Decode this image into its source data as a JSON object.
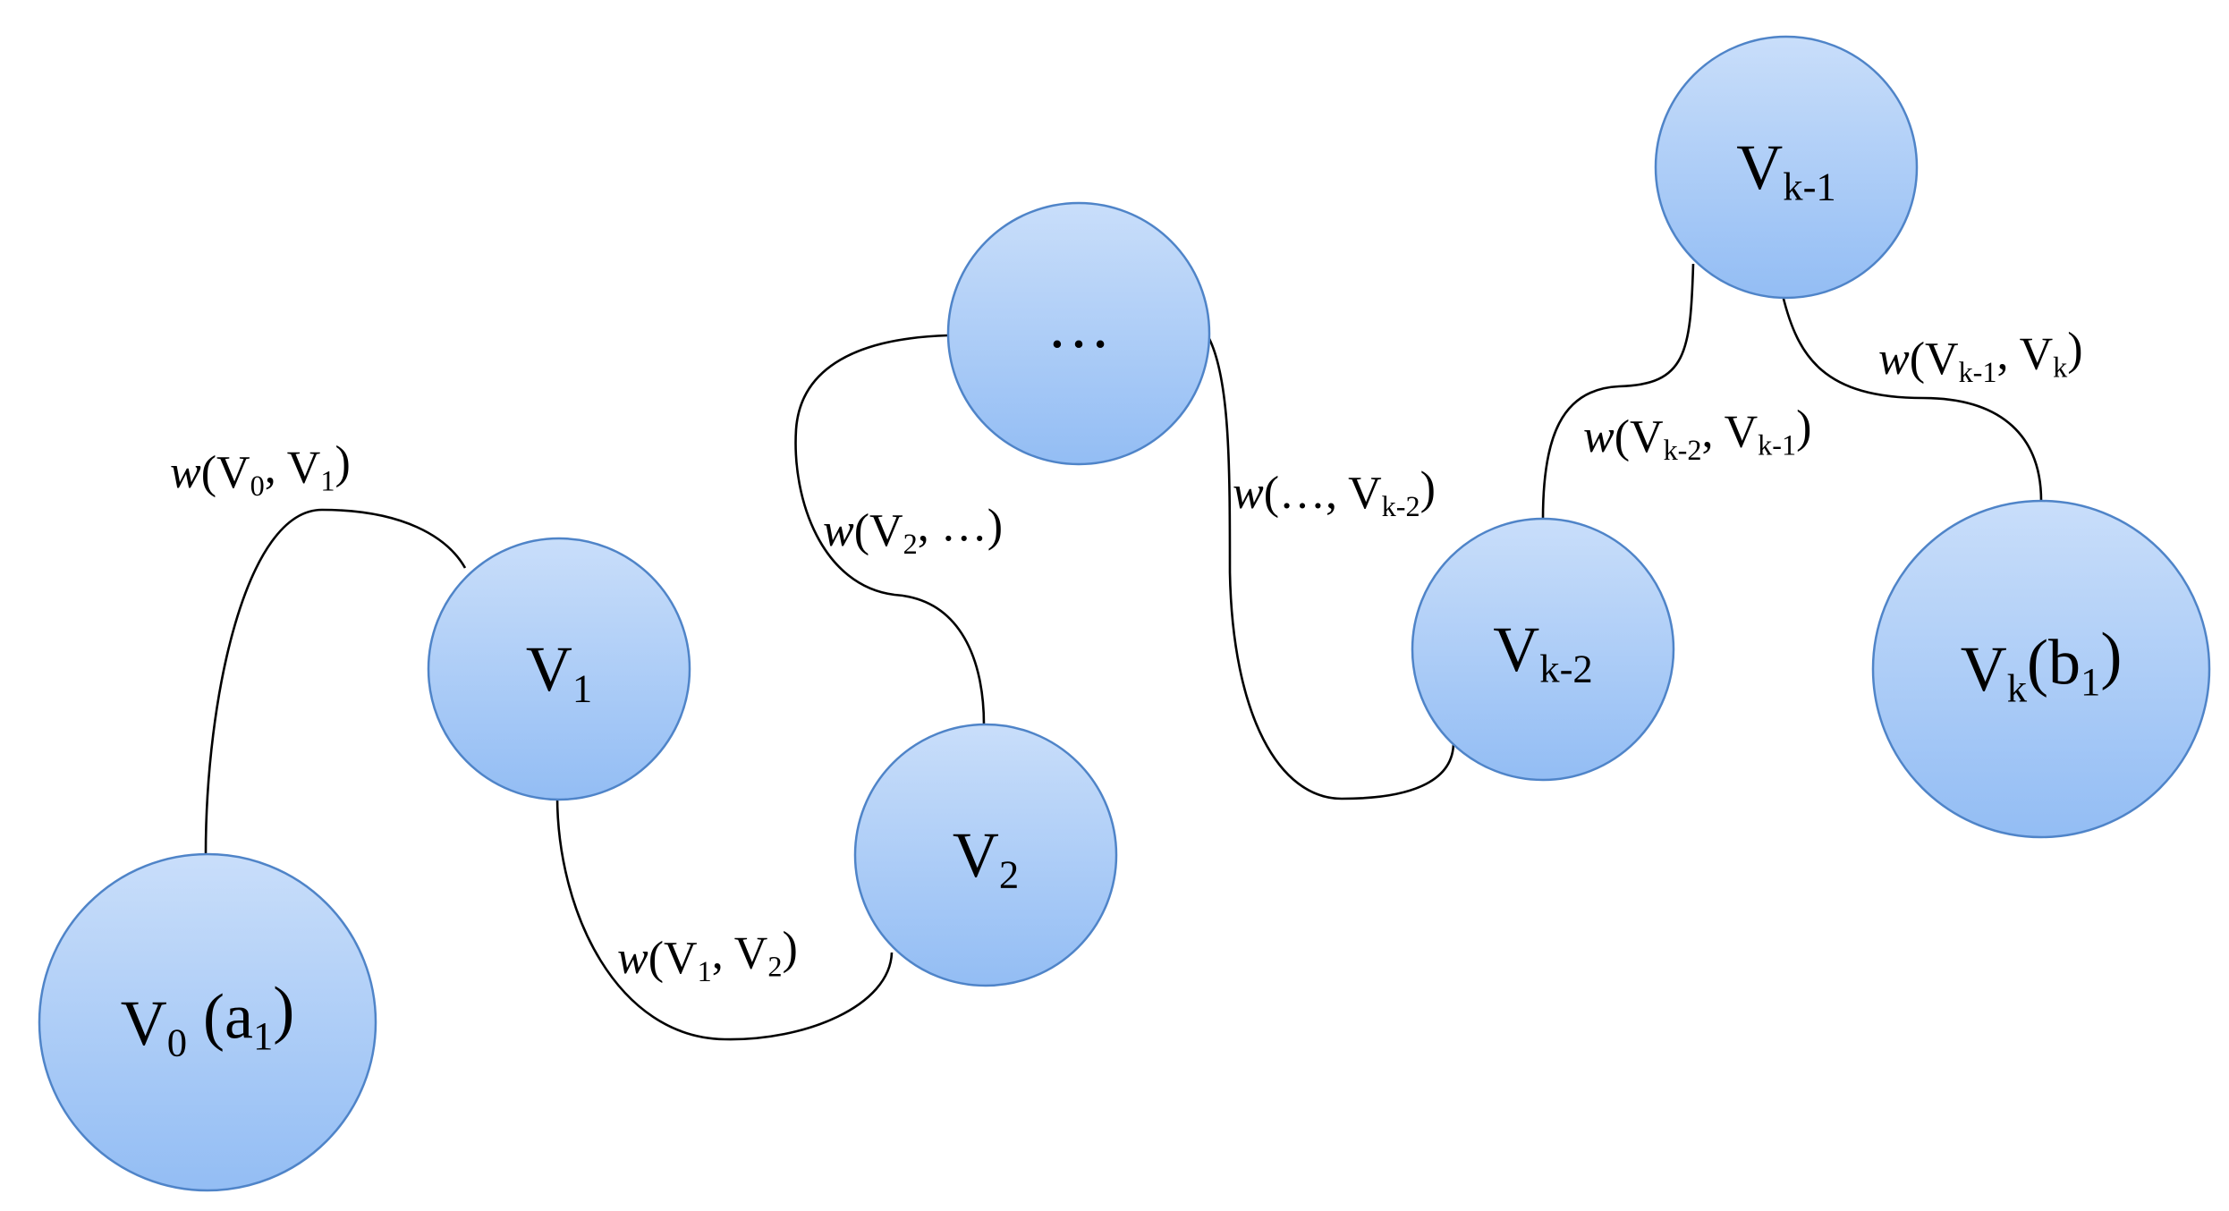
{
  "nodes": [
    {
      "id": "v0",
      "parts": [
        [
          "V",
          ""
        ],
        [
          "0",
          "sub"
        ],
        [
          " (a",
          ""
        ],
        [
          "1",
          "sub"
        ],
        [
          ")",
          ""
        ]
      ]
    },
    {
      "id": "v1",
      "parts": [
        [
          "V",
          ""
        ],
        [
          "1",
          "sub"
        ]
      ]
    },
    {
      "id": "v2",
      "parts": [
        [
          "V",
          ""
        ],
        [
          "2",
          "sub"
        ]
      ]
    },
    {
      "id": "dots",
      "parts": [
        [
          "…",
          ""
        ]
      ]
    },
    {
      "id": "vk2",
      "parts": [
        [
          "V",
          ""
        ],
        [
          "k-2",
          "sub"
        ]
      ]
    },
    {
      "id": "vk1",
      "parts": [
        [
          "V",
          ""
        ],
        [
          "k-1",
          "sub"
        ]
      ]
    },
    {
      "id": "vk",
      "parts": [
        [
          "V",
          ""
        ],
        [
          "k",
          "sub"
        ],
        [
          "(b",
          ""
        ],
        [
          "1",
          "sub"
        ],
        [
          ")",
          ""
        ]
      ]
    }
  ],
  "edges": [
    {
      "id": "e01",
      "from": "v0",
      "to": "v1",
      "parts": [
        [
          "w",
          "w"
        ],
        [
          "(V",
          ""
        ],
        [
          "0",
          "sub"
        ],
        [
          ", V",
          ""
        ],
        [
          "1",
          "sub"
        ],
        [
          ")",
          ""
        ]
      ]
    },
    {
      "id": "e12",
      "from": "v1",
      "to": "v2",
      "parts": [
        [
          "w",
          "w"
        ],
        [
          "(V",
          ""
        ],
        [
          "1",
          "sub"
        ],
        [
          ", V",
          ""
        ],
        [
          "2",
          "sub"
        ],
        [
          ")",
          ""
        ]
      ]
    },
    {
      "id": "e2d",
      "from": "v2",
      "to": "dots",
      "parts": [
        [
          "w",
          "w"
        ],
        [
          "(V",
          ""
        ],
        [
          "2",
          "sub"
        ],
        [
          ", …)",
          ""
        ]
      ]
    },
    {
      "id": "edk2",
      "from": "dots",
      "to": "vk2",
      "parts": [
        [
          "w",
          "w"
        ],
        [
          "(…, V",
          ""
        ],
        [
          "k-2",
          "sub"
        ],
        [
          ")",
          ""
        ]
      ]
    },
    {
      "id": "ek2k1",
      "from": "vk2",
      "to": "vk1",
      "parts": [
        [
          "w",
          "w"
        ],
        [
          "(V",
          ""
        ],
        [
          "k-2",
          "sub"
        ],
        [
          ", V",
          ""
        ],
        [
          "k-1",
          "sub"
        ],
        [
          ")",
          ""
        ]
      ]
    },
    {
      "id": "ek1k",
      "from": "vk1",
      "to": "vk",
      "parts": [
        [
          "w",
          "w"
        ],
        [
          "(V",
          ""
        ],
        [
          "k-1",
          "sub"
        ],
        [
          ", V",
          ""
        ],
        [
          "k",
          "sub"
        ],
        [
          ")",
          ""
        ]
      ]
    }
  ],
  "colors": {
    "node_fill_top": "#c9defa",
    "node_fill_bottom": "#93bdf4",
    "node_stroke": "#4f84c8",
    "edge_stroke": "#000000",
    "text": "#000000"
  }
}
